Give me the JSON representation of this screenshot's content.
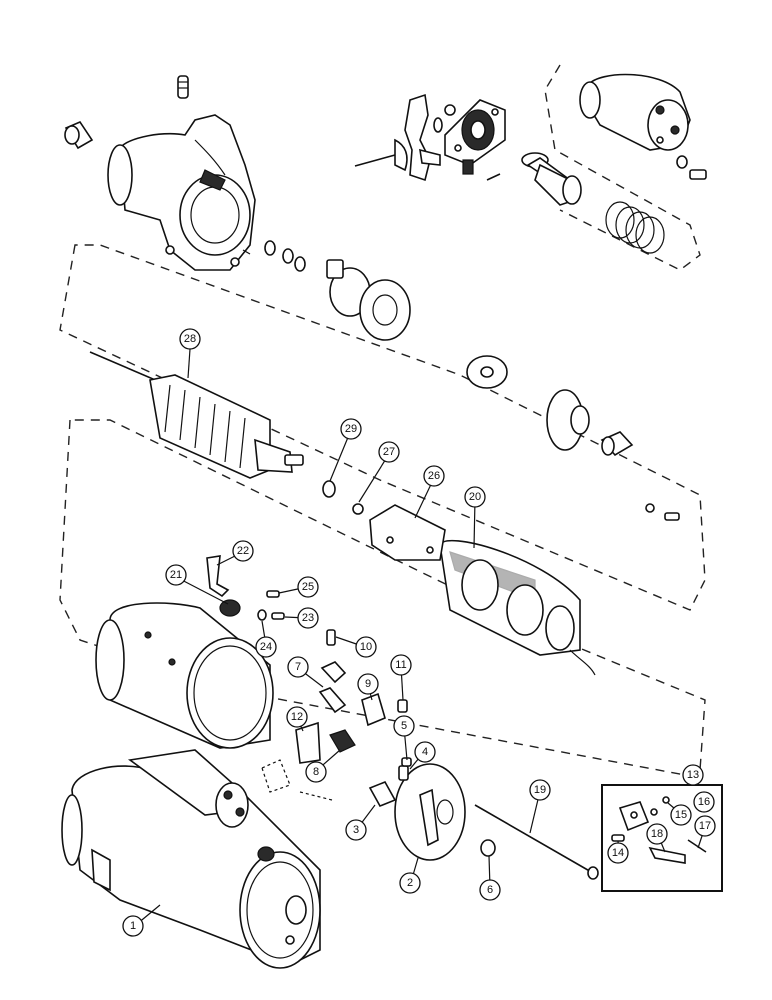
{
  "callouts": [
    {
      "id": "1",
      "label": "1"
    },
    {
      "id": "2",
      "label": "2"
    },
    {
      "id": "3",
      "label": "3"
    },
    {
      "id": "4",
      "label": "4"
    },
    {
      "id": "5",
      "label": "5"
    },
    {
      "id": "6",
      "label": "6"
    },
    {
      "id": "7",
      "label": "7"
    },
    {
      "id": "8",
      "label": "8"
    },
    {
      "id": "9",
      "label": "9"
    },
    {
      "id": "10",
      "label": "10"
    },
    {
      "id": "11",
      "label": "11"
    },
    {
      "id": "12",
      "label": "12"
    },
    {
      "id": "13",
      "label": "13"
    },
    {
      "id": "14",
      "label": "14"
    },
    {
      "id": "15",
      "label": "15"
    },
    {
      "id": "16",
      "label": "16"
    },
    {
      "id": "17",
      "label": "17"
    },
    {
      "id": "18",
      "label": "18"
    },
    {
      "id": "19",
      "label": "19"
    },
    {
      "id": "20",
      "label": "20"
    },
    {
      "id": "21",
      "label": "21"
    },
    {
      "id": "22",
      "label": "22"
    },
    {
      "id": "23",
      "label": "23"
    },
    {
      "id": "24",
      "label": "24"
    },
    {
      "id": "25",
      "label": "25"
    },
    {
      "id": "26",
      "label": "26"
    },
    {
      "id": "27",
      "label": "27"
    },
    {
      "id": "28",
      "label": "28"
    },
    {
      "id": "29",
      "label": "29"
    }
  ]
}
